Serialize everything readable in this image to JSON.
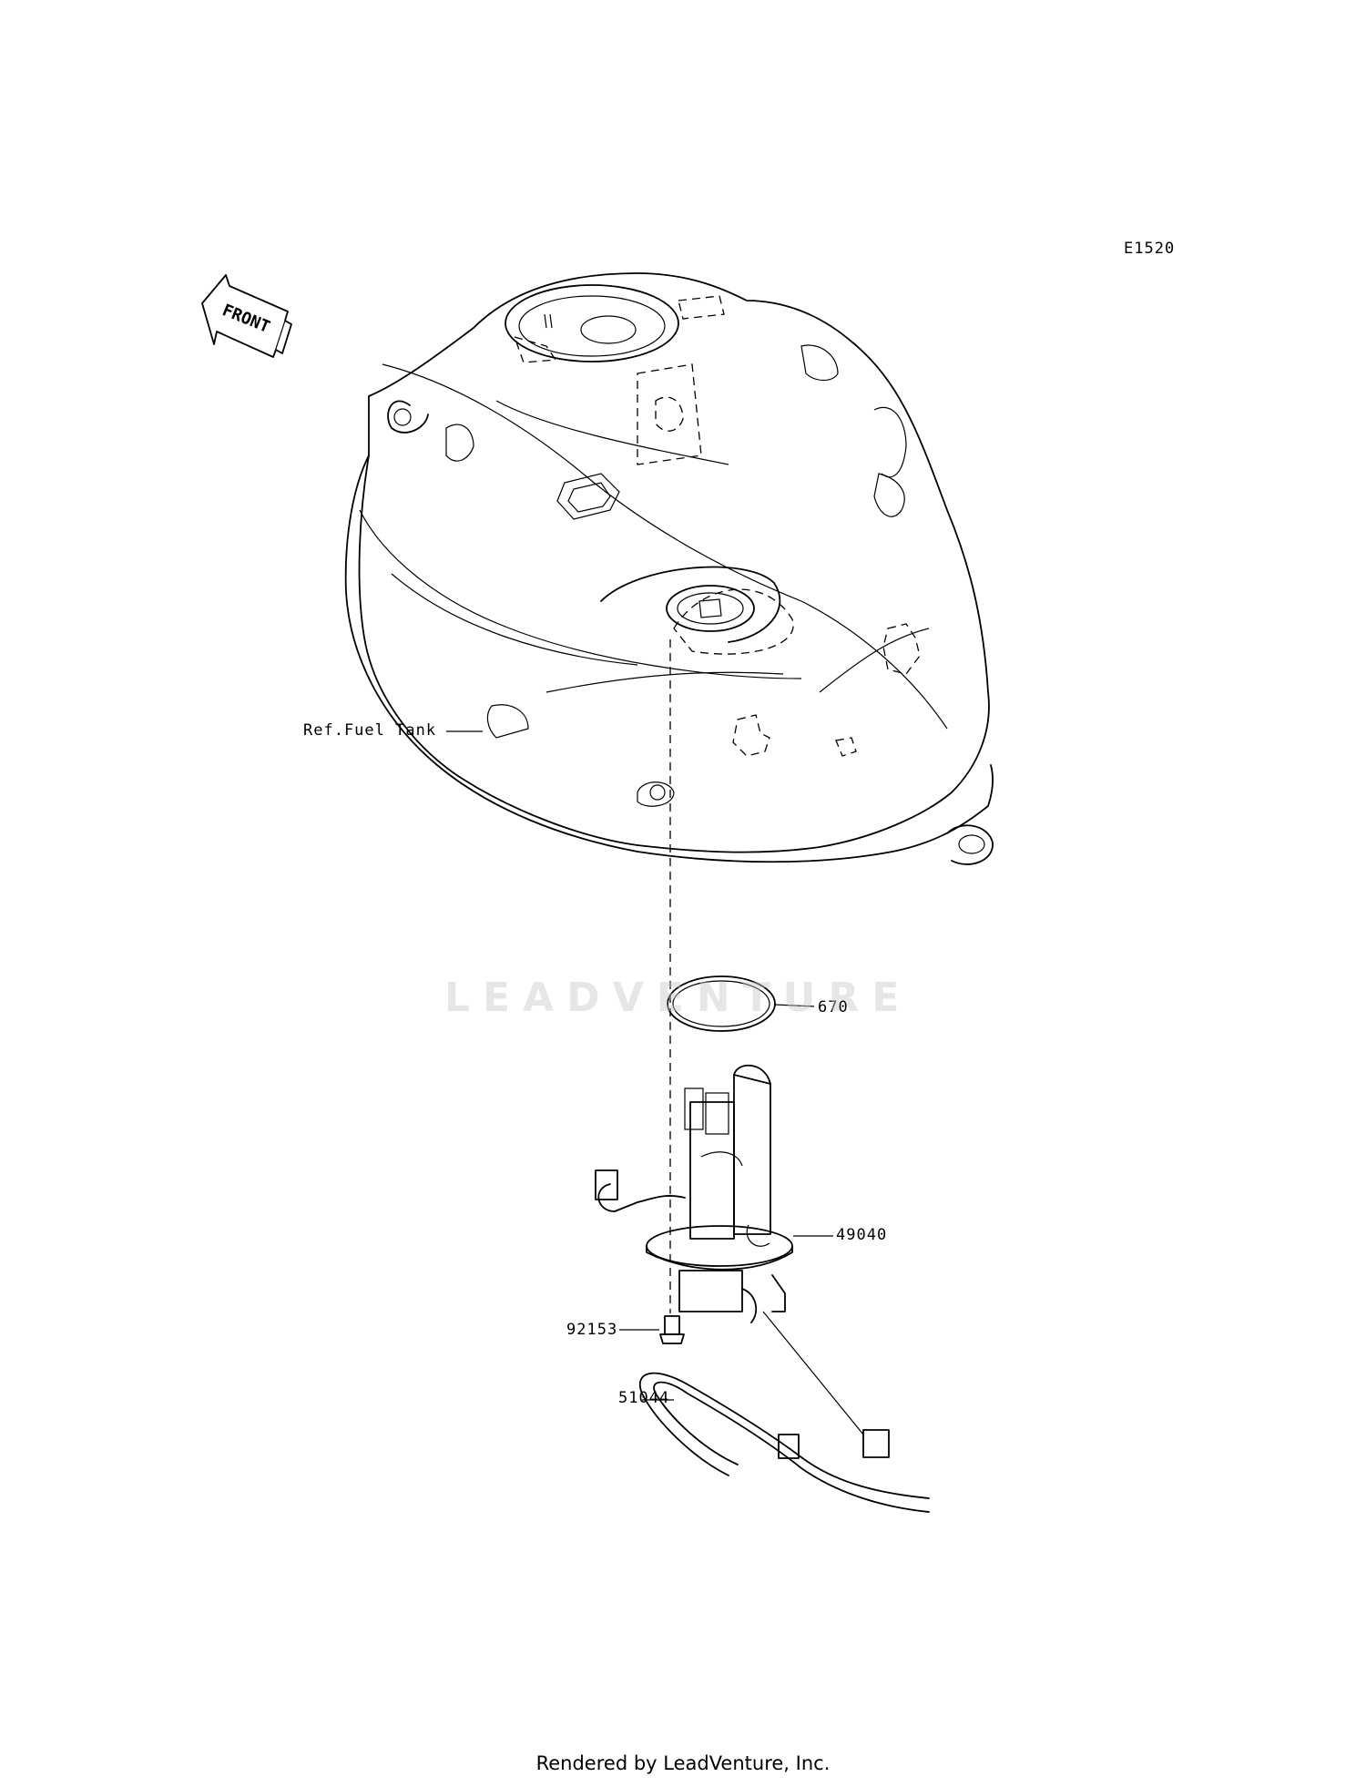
{
  "diagram": {
    "code": "E1520",
    "direction_label": "FRONT",
    "callouts": [
      {
        "id": "ref-fuel-tank",
        "text": "Ref.Fuel Tank"
      },
      {
        "id": "670",
        "text": "670"
      },
      {
        "id": "49040",
        "text": "49040"
      },
      {
        "id": "92153",
        "text": "92153"
      },
      {
        "id": "51044",
        "text": "51044"
      }
    ],
    "watermark": "LEADVENTURE",
    "footer": "Rendered by LeadVenture, Inc."
  }
}
